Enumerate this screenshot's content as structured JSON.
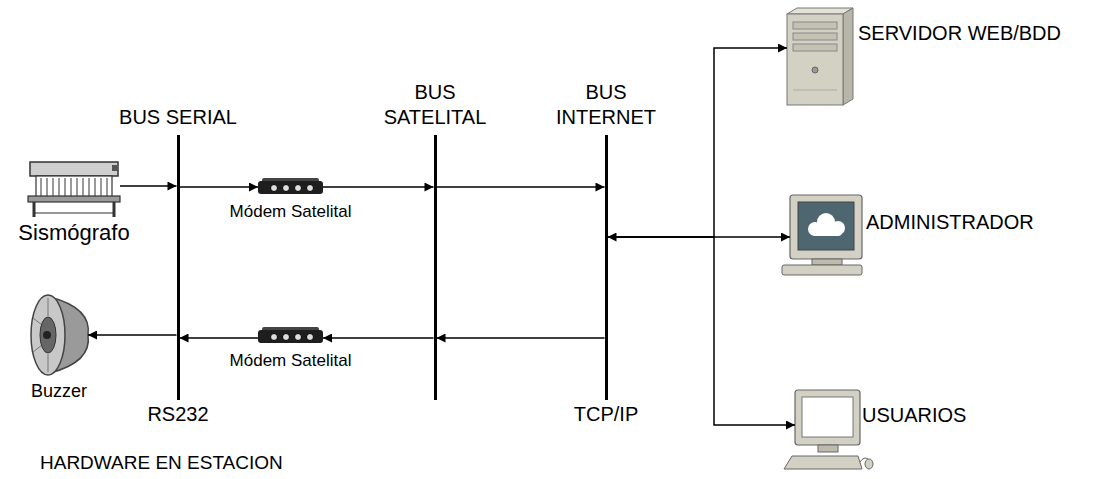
{
  "diagram": {
    "nodes": [
      {
        "text": [
          "Sismógrafo"
        ]
      },
      {
        "text": [
          "BUS SERIAL",
          "RS232"
        ]
      },
      {
        "text": [
          "Módem Satelital"
        ]
      },
      {
        "text": [
          "BUS SATELITAL"
        ]
      },
      {
        "text": [
          "BUS INTERNET",
          "TCP/IP"
        ]
      },
      {
        "text": [
          "SERVIDOR WEB/BDD"
        ]
      },
      {
        "text": [
          "ADMINISTRADOR"
        ]
      },
      {
        "text": [
          "Buzzer"
        ]
      },
      {
        "text": [
          "Módem Satelital"
        ]
      },
      {
        "text": [
          "USUARIOS"
        ]
      }
    ],
    "edges": [
      {
        "from": 0,
        "to": 1,
        "arrow": "to"
      },
      {
        "from": 1,
        "to": 2,
        "arrow": "to"
      },
      {
        "from": 2,
        "to": 3,
        "arrow": "to"
      },
      {
        "from": 3,
        "to": 4,
        "arrow": "to"
      },
      {
        "from": 4,
        "to": 3,
        "arrow": "to"
      },
      {
        "from": 3,
        "to": 8,
        "arrow": "to"
      },
      {
        "from": 8,
        "to": 1,
        "arrow": "to"
      },
      {
        "from": 1,
        "to": 7,
        "arrow": "to"
      },
      {
        "from": 4,
        "to": 6,
        "arrow": "both"
      },
      {
        "from": 4,
        "to": 5,
        "arrow": "to"
      },
      {
        "from": 4,
        "to": 9,
        "arrow": "to"
      }
    ],
    "labels": [
      "HARDWARE EN ESTACION"
    ]
  }
}
